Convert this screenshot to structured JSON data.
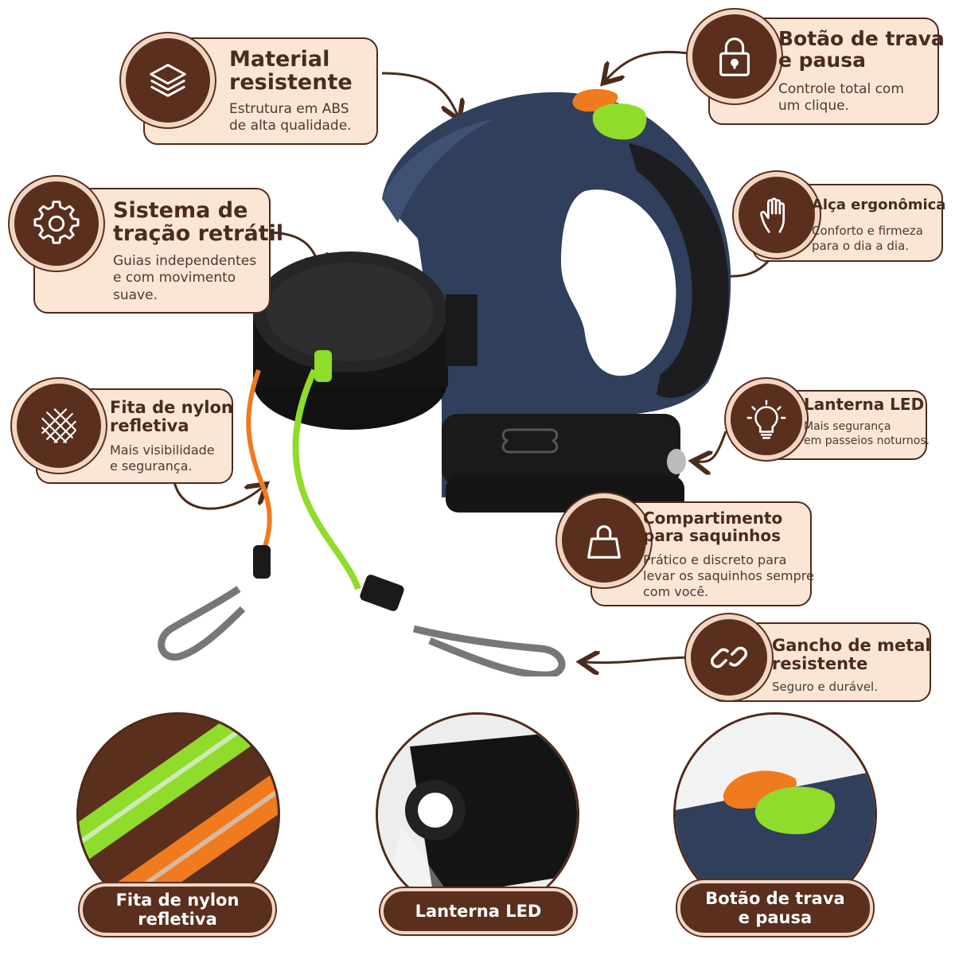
{
  "features": {
    "material": {
      "title_line1": "Material",
      "title_line2": "resistente",
      "desc_line1": "Estrutura em ABS",
      "desc_line2": "de alta qualidade.",
      "icon": "layers-icon"
    },
    "sistema": {
      "title_line1": "Sistema de",
      "title_line2": "tração retrátil",
      "desc_line1": "Guias independentes",
      "desc_line2": "e com movimento",
      "desc_line3": "suave.",
      "icon": "gear-icon"
    },
    "fita": {
      "title_line1": "Fita de nylon",
      "title_line2": "refletiva",
      "desc_line1": "Mais visibilidade",
      "desc_line2": "e segurança.",
      "icon": "mesh-icon"
    },
    "botao": {
      "title_line1": "Botão de trava",
      "title_line2": "e pausa",
      "desc_line1": "Controle total com",
      "desc_line2": "um clique.",
      "icon": "lock-icon"
    },
    "alca": {
      "title": "Alça ergonômica",
      "desc_line1": "Conforto e firmeza",
      "desc_line2": "para o dia a dia.",
      "icon": "hand-icon"
    },
    "lanterna": {
      "title": "Lanterna LED",
      "desc_line1": "Mais segurança",
      "desc_line2": "em passeios noturnos.",
      "icon": "lightbulb-icon"
    },
    "compartimento": {
      "title_line1": "Compartimento",
      "title_line2": "para saquinhos",
      "desc_line1": "Prático e discreto para",
      "desc_line2": "levar os saquinhos sempre",
      "desc_line3": "com você.",
      "icon": "bag-icon"
    },
    "gancho": {
      "title_line1": "Gancho de metal",
      "title_line2": "resistente",
      "desc": "Seguro e durável.",
      "icon": "link-icon"
    }
  },
  "details": [
    {
      "label_line1": "Fita de nylon",
      "label_line2": "refletiva"
    },
    {
      "label_line1": "Lanterna LED",
      "label_line2": ""
    },
    {
      "label_line1": "Botão de trava",
      "label_line2": "e pausa"
    }
  ],
  "colors": {
    "brown": "#5a2f1e",
    "card": "#fbe6d6",
    "navy": "#2f3f5c",
    "orange": "#f07a1e",
    "lime": "#8fdc2a"
  }
}
